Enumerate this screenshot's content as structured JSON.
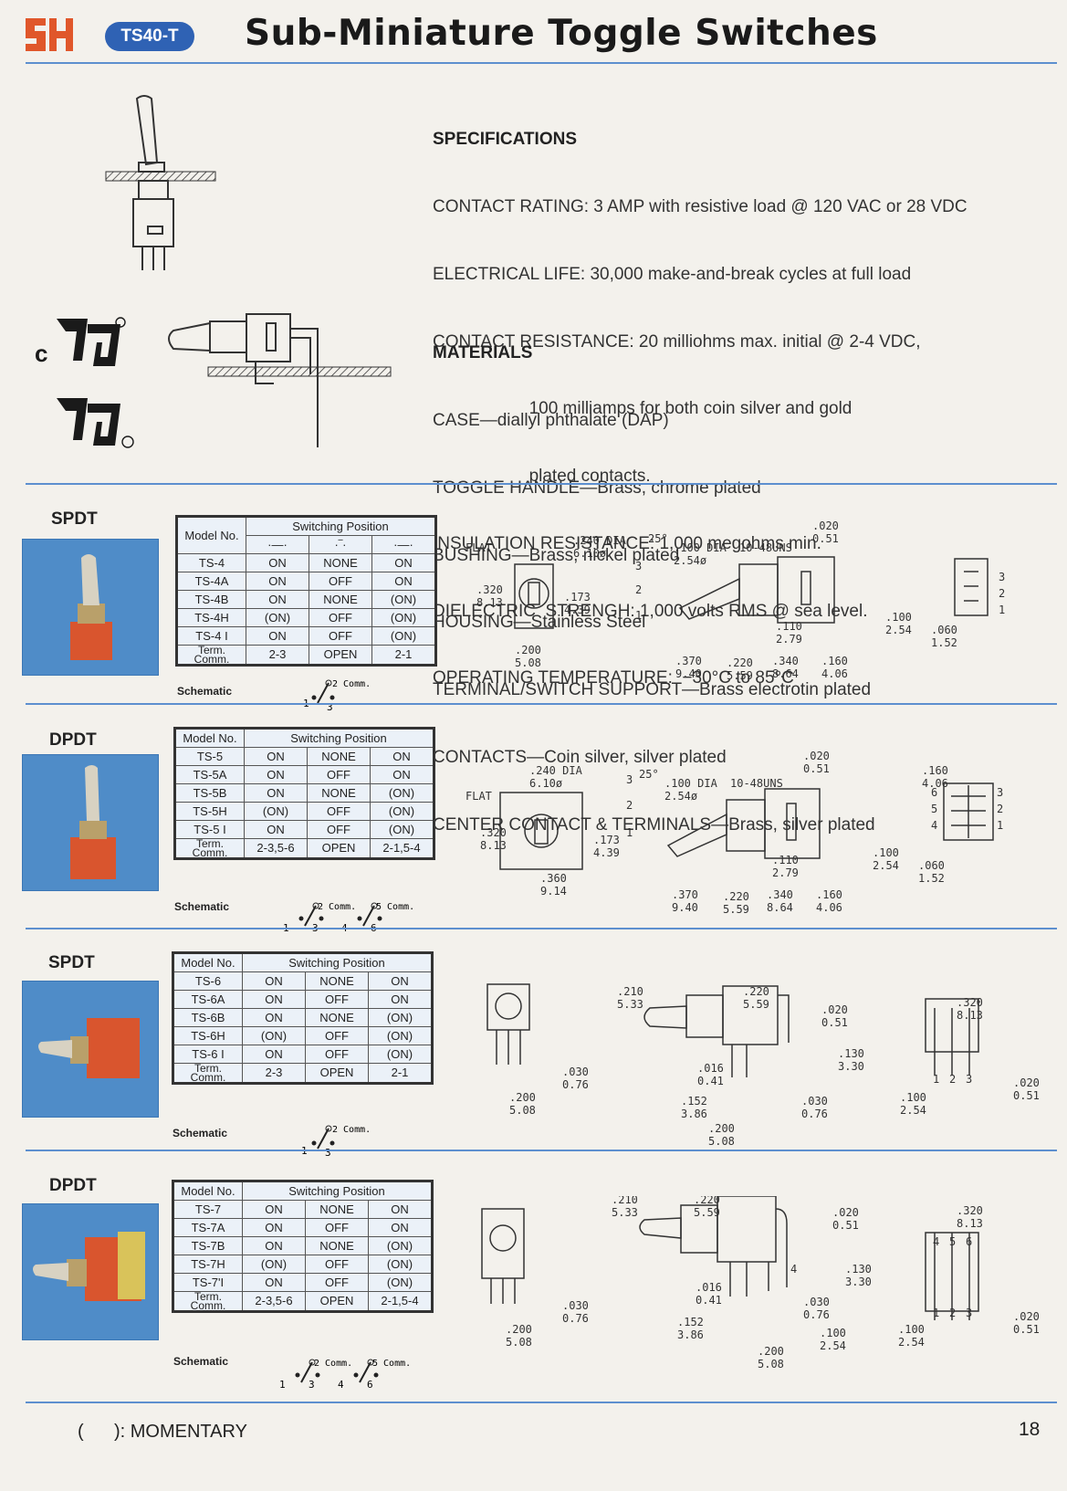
{
  "header": {
    "series_badge": "TS40-T",
    "title": "Sub-Miniature Toggle Switches",
    "logo_text": "SH"
  },
  "specifications": {
    "heading": "SPECIFICATIONS",
    "lines": [
      "CONTACT RATING: 3 AMP with resistive load @ 120 VAC or 28 VDC",
      "ELECTRICAL LIFE: 30,000 make-and-break cycles at full load",
      "CONTACT RESISTANCE: 20 milliohms max. initial @ 2-4 VDC,",
      "                    100 milliamps for both coin silver and gold",
      "                    plated contacts.",
      "INSULATION RESISTANCE: 1,000 megohms min.",
      "DIELECTRIC  STRENGH: 1,000 volts RMS @ sea level.",
      "OPERATING TEMPERATURE:  −30°C to 85°C"
    ]
  },
  "materials": {
    "heading": "MATERIALS",
    "lines": [
      "CASE—diallyl phthalate (DAP)",
      "TOGGLE HANDLE—Brass, chrome plated",
      "BUSHING—Brass, nickel plated",
      "HOUSING—Stainless Steel",
      "TERMINAL/SWITCH SUPPORT—Brass electrotin plated",
      "CONTACTS—Coin silver, silver plated",
      "CENTER CONTACT & TERMINALS—Brass, silver plated"
    ]
  },
  "certifications": {
    "cul": "c",
    "registered": "®"
  },
  "sections": [
    {
      "type": "SPDT",
      "model_header": "Model No.",
      "position_header": "Switching Position",
      "rows": [
        [
          "TS-4",
          "ON",
          "NONE",
          "ON"
        ],
        [
          "TS-4A",
          "ON",
          "OFF",
          "ON"
        ],
        [
          "TS-4B",
          "ON",
          "NONE",
          "(ON)"
        ],
        [
          "TS-4H",
          "(ON)",
          "OFF",
          "(ON)"
        ],
        [
          "TS-4 I",
          "ON",
          "OFF",
          "(ON)"
        ]
      ],
      "term": [
        "Term. Comm.",
        "2-3",
        "OPEN",
        "2-1"
      ],
      "schematic_label": "Schematic",
      "schematic": {
        "comm": [
          "2 Comm."
        ],
        "pins": [
          "1",
          "3"
        ]
      },
      "dims": {
        "flat": "FLAT",
        "dia": ".240 DIA",
        "dia_mm": "6.10ø",
        "h1": ".320",
        "h1_mm": "8.13",
        "w1": ".173",
        "w1_mm": "4.39",
        "w2": ".200",
        "w2_mm": "5.08",
        "angle": "25°",
        "pin_dia": ".100 DIA",
        "pin_mm": "2.54ø",
        "thread": "10-48UNS",
        "t": ".020",
        "t_mm": "0.51",
        "p": ".110",
        "p_mm": "2.79",
        "a": ".370",
        "a_mm": "9.40",
        "b": ".220",
        "b_mm": "5.59",
        "c": ".340",
        "c_mm": "8.64",
        "d": ".160",
        "d_mm": "4.06",
        "e": ".100",
        "e_mm": "2.54",
        "f": ".060",
        "f_mm": "1.52",
        "n3": "3",
        "n2": "2",
        "n1": "1"
      }
    },
    {
      "type": "DPDT",
      "model_header": "Model No.",
      "position_header": "Switching Position",
      "rows": [
        [
          "TS-5",
          "ON",
          "NONE",
          "ON"
        ],
        [
          "TS-5A",
          "ON",
          "OFF",
          "ON"
        ],
        [
          "TS-5B",
          "ON",
          "NONE",
          "(ON)"
        ],
        [
          "TS-5H",
          "(ON)",
          "OFF",
          "(ON)"
        ],
        [
          "TS-5 I",
          "ON",
          "OFF",
          "(ON)"
        ]
      ],
      "term": [
        "Term. Comm.",
        "2-3,5-6",
        "OPEN",
        "2-1,5-4"
      ],
      "schematic_label": "Schematic",
      "schematic": {
        "comm": [
          "2 Comm.",
          "5 Comm."
        ],
        "pins": [
          "1",
          "3",
          "4",
          "6"
        ]
      },
      "dims": {
        "flat": "FLAT",
        "dia": ".240 DIA",
        "dia_mm": "6.10ø",
        "h1": ".320",
        "h1_mm": "8.13",
        "w1": ".173",
        "w1_mm": "4.39",
        "w2": ".360",
        "w2_mm": "9.14",
        "angle": "25°",
        "pin_dia": ".100 DIA",
        "pin_mm": "2.54ø",
        "thread": "10-48UNS",
        "t": ".020",
        "t_mm": "0.51",
        "p": ".110",
        "p_mm": "2.79",
        "a": ".370",
        "a_mm": "9.40",
        "b": ".220",
        "b_mm": "5.59",
        "c": ".340",
        "c_mm": "8.64",
        "d": ".160",
        "d_mm": "4.06",
        "e": ".100",
        "e_mm": "2.54",
        "f": ".060",
        "f_mm": "1.52",
        "g": ".160",
        "g_mm": "4.06",
        "n3": "3",
        "n2": "2",
        "n1": "1",
        "n6": "6",
        "n5": "5",
        "n4": "4"
      }
    },
    {
      "type": "SPDT",
      "model_header": "Model No.",
      "position_header": "Switching Position",
      "rows": [
        [
          "TS-6",
          "ON",
          "NONE",
          "ON"
        ],
        [
          "TS-6A",
          "ON",
          "OFF",
          "ON"
        ],
        [
          "TS-6B",
          "ON",
          "NONE",
          "(ON)"
        ],
        [
          "TS-6H",
          "(ON)",
          "OFF",
          "(ON)"
        ],
        [
          "TS-6 I",
          "ON",
          "OFF",
          "(ON)"
        ]
      ],
      "term": [
        "Term. Comm.",
        "2-3",
        "OPEN",
        "2-1"
      ],
      "schematic_label": "Schematic",
      "schematic": {
        "comm": [
          "2 Comm."
        ],
        "pins": [
          "1",
          "3"
        ]
      },
      "dims": {
        "a": ".030",
        "a_mm": "0.76",
        "b": ".200",
        "b_mm": "5.08",
        "c": ".210",
        "c_mm": "5.33",
        "d": ".220",
        "d_mm": "5.59",
        "e": ".020",
        "e_mm": "0.51",
        "f": ".130",
        "f_mm": "3.30",
        "g": ".016",
        "g_mm": "0.41",
        "h": ".152",
        "h_mm": "3.86",
        "i": ".030",
        "i_mm": "0.76",
        "j": ".200",
        "j_mm": "5.08",
        "k": ".320",
        "k_mm": "8.13",
        "l": ".100",
        "l_mm": "2.54",
        "m": ".020",
        "m_mm": "0.51",
        "n1": "1",
        "n2": "2",
        "n3": "3"
      }
    },
    {
      "type": "DPDT",
      "model_header": "Model No.",
      "position_header": "Switching Position",
      "rows": [
        [
          "TS-7",
          "ON",
          "NONE",
          "ON"
        ],
        [
          "TS-7A",
          "ON",
          "OFF",
          "ON"
        ],
        [
          "TS-7B",
          "ON",
          "NONE",
          "(ON)"
        ],
        [
          "TS-7H",
          "(ON)",
          "OFF",
          "(ON)"
        ],
        [
          "TS-7'I",
          "ON",
          "OFF",
          "(ON)"
        ]
      ],
      "term": [
        "Term. Comm.",
        "2-3,5-6",
        "OPEN",
        "2-1,5-4"
      ],
      "schematic_label": "Schematic",
      "schematic": {
        "comm": [
          "2 Comm.",
          "5 Comm."
        ],
        "pins": [
          "1",
          "3",
          "4",
          "6"
        ]
      },
      "dims": {
        "a": ".030",
        "a_mm": "0.76",
        "b": ".200",
        "b_mm": "5.08",
        "c": ".210",
        "c_mm": "5.33",
        "d": ".220",
        "d_mm": "5.59",
        "e": ".020",
        "e_mm": "0.51",
        "f": ".130",
        "f_mm": "3.30",
        "g": ".016",
        "g_mm": "0.41",
        "h": ".152",
        "h_mm": "3.86",
        "i": ".030",
        "i_mm": "0.76",
        "j": ".100",
        "j_mm": "2.54",
        "k": ".200",
        "k_mm": "5.08",
        "l": ".320",
        "l_mm": "8.13",
        "m": ".100",
        "m_mm": "2.54",
        "n": ".020",
        "n_mm": "0.51",
        "n4": "4",
        "n5": "5",
        "n6": "6",
        "n1": "1",
        "n2": "2",
        "n3": "3",
        "nn4": "4"
      }
    }
  ],
  "footer": {
    "momentary": "(      ): MOMENTARY",
    "page": "18"
  },
  "colors": {
    "rule": "#5d8fcf",
    "badge": "#2f62b4",
    "logo": "#e0572b",
    "photo_bg": "#4f8cc8",
    "switch_body": "#d9552e"
  }
}
